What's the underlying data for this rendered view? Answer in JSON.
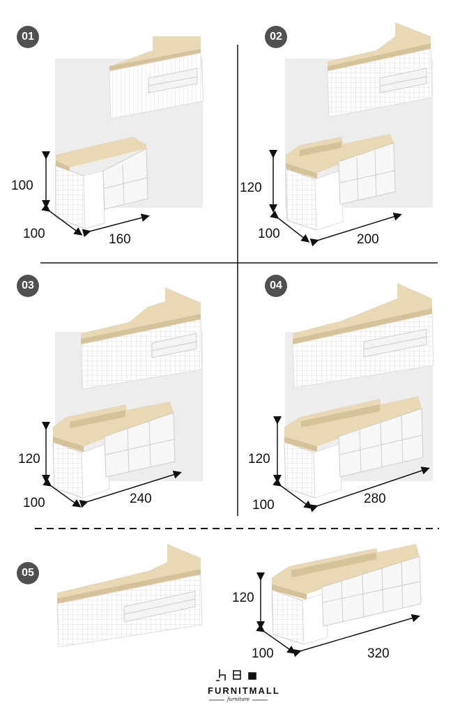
{
  "options": [
    {
      "number": "01",
      "height": "100",
      "depth": "100",
      "length": "160"
    },
    {
      "number": "02",
      "height": "120",
      "depth": "100",
      "length": "200"
    },
    {
      "number": "03",
      "height": "120",
      "depth": "100",
      "length": "240"
    },
    {
      "number": "04",
      "height": "120",
      "depth": "100",
      "length": "280"
    },
    {
      "number": "05",
      "height": "120",
      "depth": "100",
      "length": "320"
    }
  ],
  "brand": {
    "name": "FURNITMALL",
    "tagline": "furniture"
  },
  "colors": {
    "wood": "#e8d8b4",
    "wood_edge": "#d6c299",
    "white_panel": "#ffffff",
    "grid": "#cfcfcf",
    "backdrop": "#ededed",
    "badge": "#505050"
  }
}
